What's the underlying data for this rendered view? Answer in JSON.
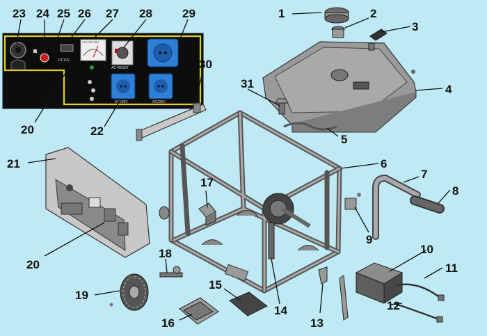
{
  "callouts": [
    "1",
    "2",
    "3",
    "4",
    "5",
    "6",
    "7",
    "8",
    "9",
    "10",
    "11",
    "12",
    "13",
    "14",
    "15",
    "16",
    "17",
    "18",
    "19",
    "20",
    "20",
    "21",
    "22",
    "23",
    "24",
    "25",
    "26",
    "27",
    "28",
    "29",
    "30",
    "31"
  ],
  "panel": {
    "meter_label": "VOLTMETER",
    "switch_label": "AC RESET",
    "small_label": "DC12V",
    "socket_a_label": "AC230V",
    "socket_b_label": "AC230V"
  },
  "colors": {
    "background": "#bfe9f4",
    "panel": "#111111",
    "panel_border": "#e3d21a",
    "socket": "#2f7fd6",
    "parts": "#9a9a9a"
  }
}
